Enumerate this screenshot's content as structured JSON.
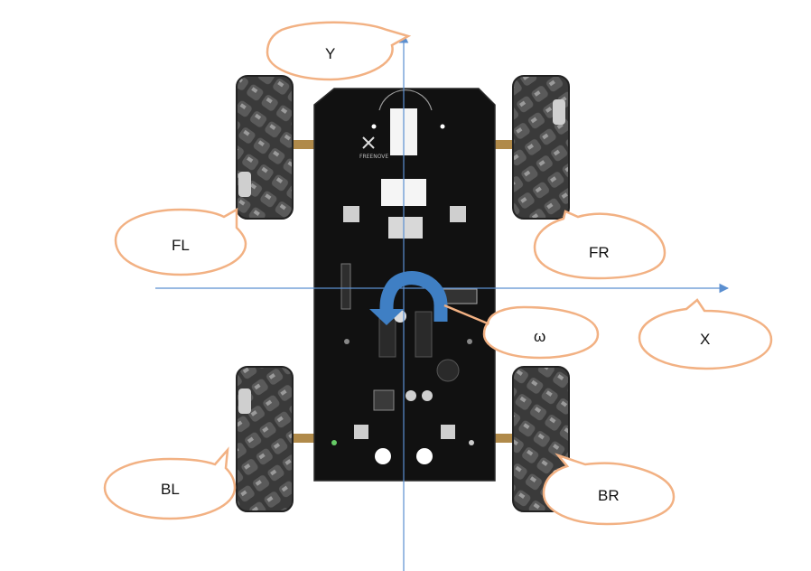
{
  "axes": {
    "x_label": "X",
    "y_label": "Y",
    "rotation_label": "ω",
    "axis_color": "#5b8fd0"
  },
  "wheels": {
    "front_left": "FL",
    "front_right": "FR",
    "back_left": "BL",
    "back_right": "BR"
  },
  "board": {
    "brand_text": "FREENOVE"
  },
  "colors": {
    "callout_stroke": "#f2b183",
    "board": "#111111",
    "wheel_roller": "#4a4a4a",
    "wheel_hub": "#bfbfbf",
    "rotation_arrow": "#3f7fc4"
  },
  "icons": {
    "rotation": "curved-arrow-counterclockwise",
    "callout": "speech-bubble"
  }
}
